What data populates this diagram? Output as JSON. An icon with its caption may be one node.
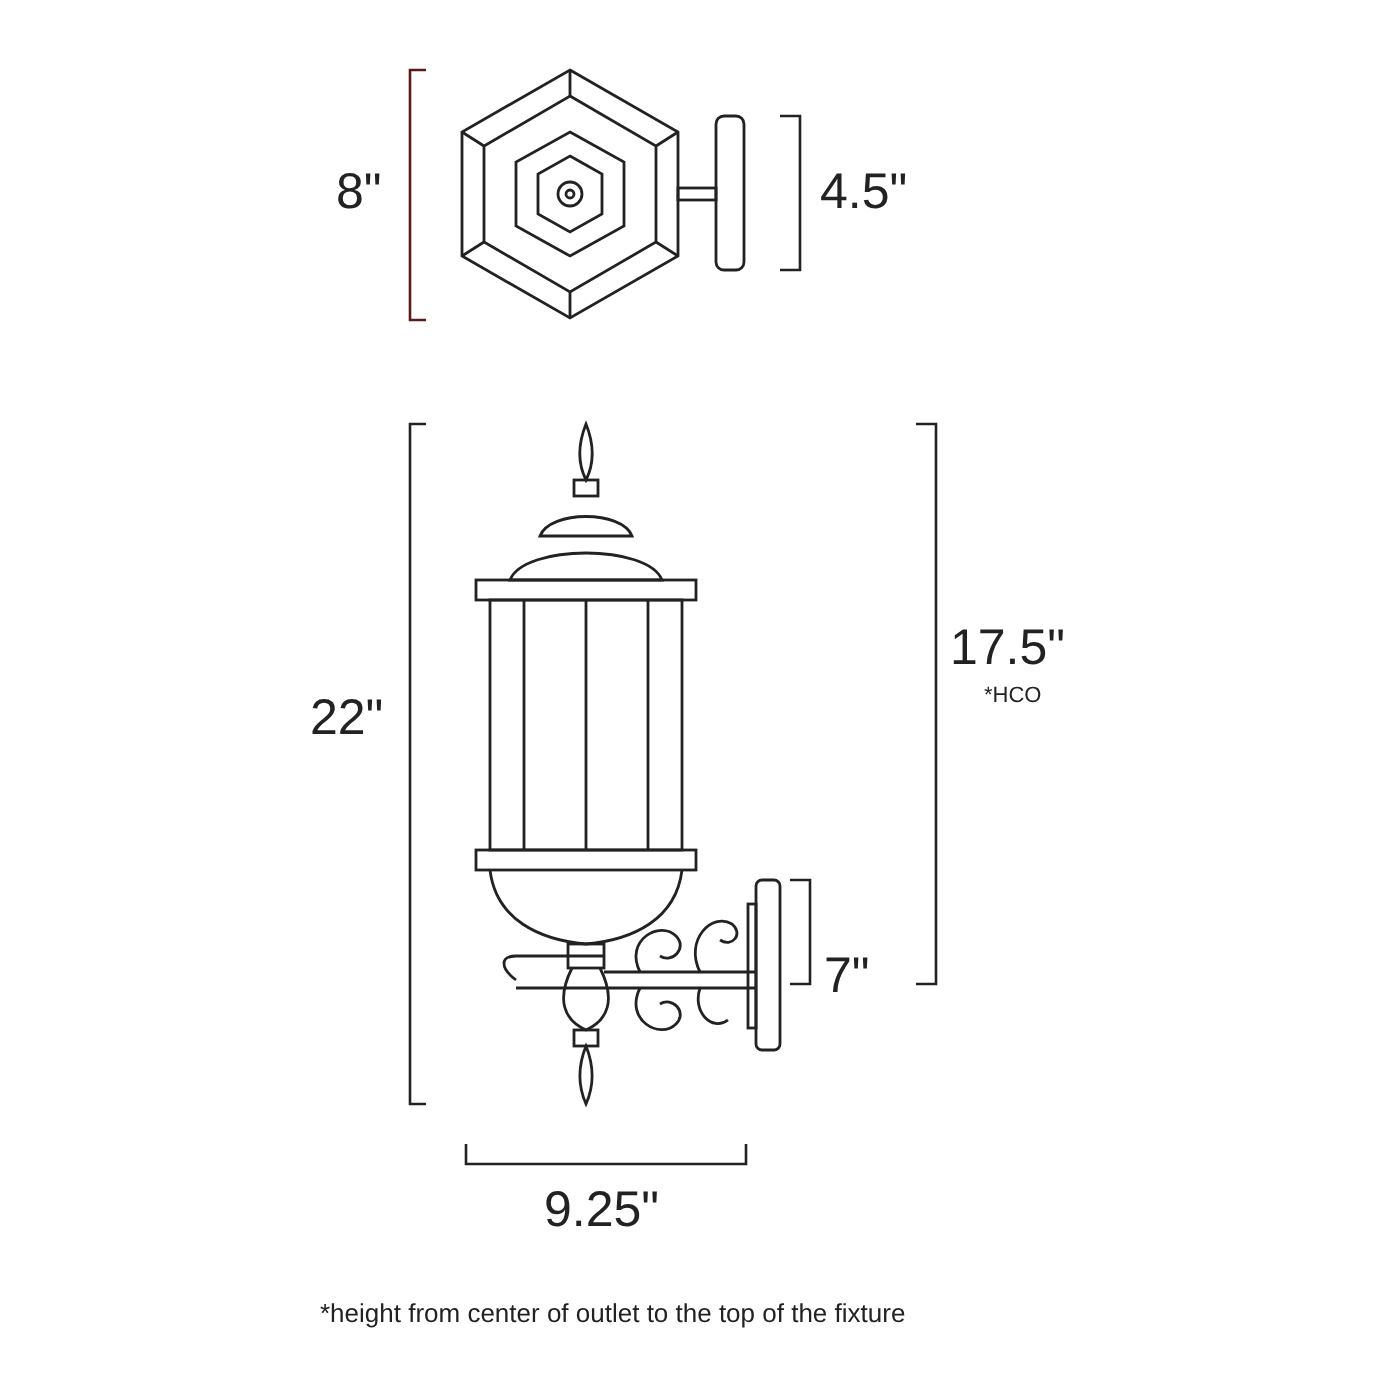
{
  "diagram": {
    "labels": [
      "8\"",
      "4.5\"",
      "22\"",
      "17.5\"",
      "*HCO",
      "7\"",
      "9.25\"",
      "*height from center of outlet to the top of the fixture"
    ]
  }
}
